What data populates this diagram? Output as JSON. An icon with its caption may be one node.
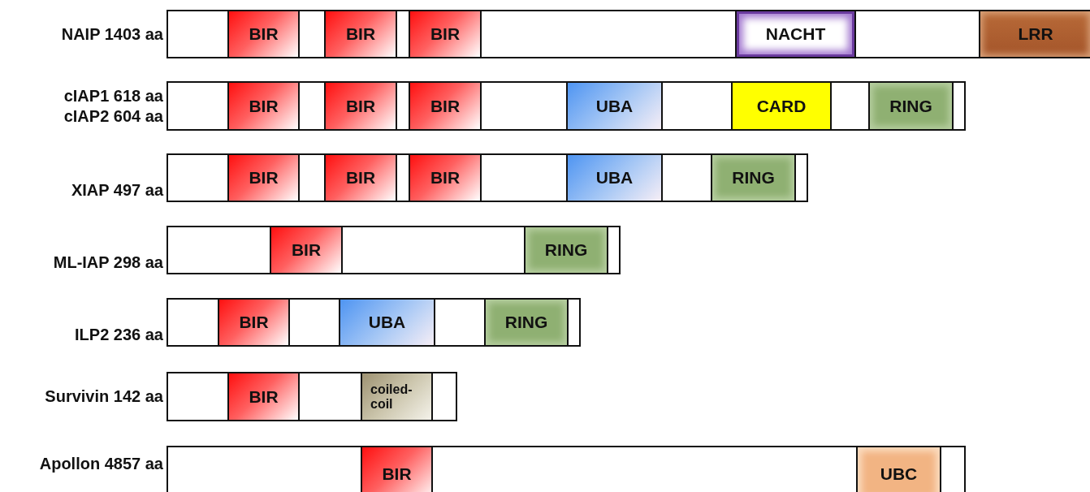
{
  "diagram": {
    "nodes": [
      {
        "text": [
          "NAIP 1403 aa"
        ]
      },
      {
        "text": [
          "BIR"
        ],
        "in": 0
      },
      {
        "text": [
          "BIR"
        ],
        "in": 0
      },
      {
        "text": [
          "BIR"
        ],
        "in": 0
      },
      {
        "text": [
          "NACHT"
        ],
        "in": 0
      },
      {
        "text": [
          "LRR"
        ],
        "in": 0
      },
      {
        "text": [
          "cIAP1 618 aa",
          "cIAP2 604 aa"
        ]
      },
      {
        "text": [
          "BIR"
        ],
        "in": 6
      },
      {
        "text": [
          "BIR"
        ],
        "in": 6
      },
      {
        "text": [
          "BIR"
        ],
        "in": 6
      },
      {
        "text": [
          "UBA"
        ],
        "in": 6
      },
      {
        "text": [
          "CARD"
        ],
        "in": 6
      },
      {
        "text": [
          "RING"
        ],
        "in": 6
      },
      {
        "text": [
          "XIAP 497 aa"
        ]
      },
      {
        "text": [
          "BIR"
        ],
        "in": 13
      },
      {
        "text": [
          "BIR"
        ],
        "in": 13
      },
      {
        "text": [
          "BIR"
        ],
        "in": 13
      },
      {
        "text": [
          "UBA"
        ],
        "in": 13
      },
      {
        "text": [
          "RING"
        ],
        "in": 13
      },
      {
        "text": [
          "ML-IAP 298 aa"
        ]
      },
      {
        "text": [
          "BIR"
        ],
        "in": 19
      },
      {
        "text": [
          "RING"
        ],
        "in": 19
      },
      {
        "text": [
          "ILP2 236 aa"
        ]
      },
      {
        "text": [
          "BIR"
        ],
        "in": 22
      },
      {
        "text": [
          "UBA"
        ],
        "in": 22
      },
      {
        "text": [
          "RING"
        ],
        "in": 22
      },
      {
        "text": [
          "Survivin 142 aa"
        ]
      },
      {
        "text": [
          "BIR"
        ],
        "in": 26
      },
      {
        "text": [
          "coiled-coil"
        ],
        "in": 26
      },
      {
        "text": [
          "Apollon 4857 aa"
        ]
      },
      {
        "text": [
          "BIR"
        ],
        "in": 29
      },
      {
        "text": [
          "UBC"
        ],
        "in": 29
      }
    ]
  }
}
